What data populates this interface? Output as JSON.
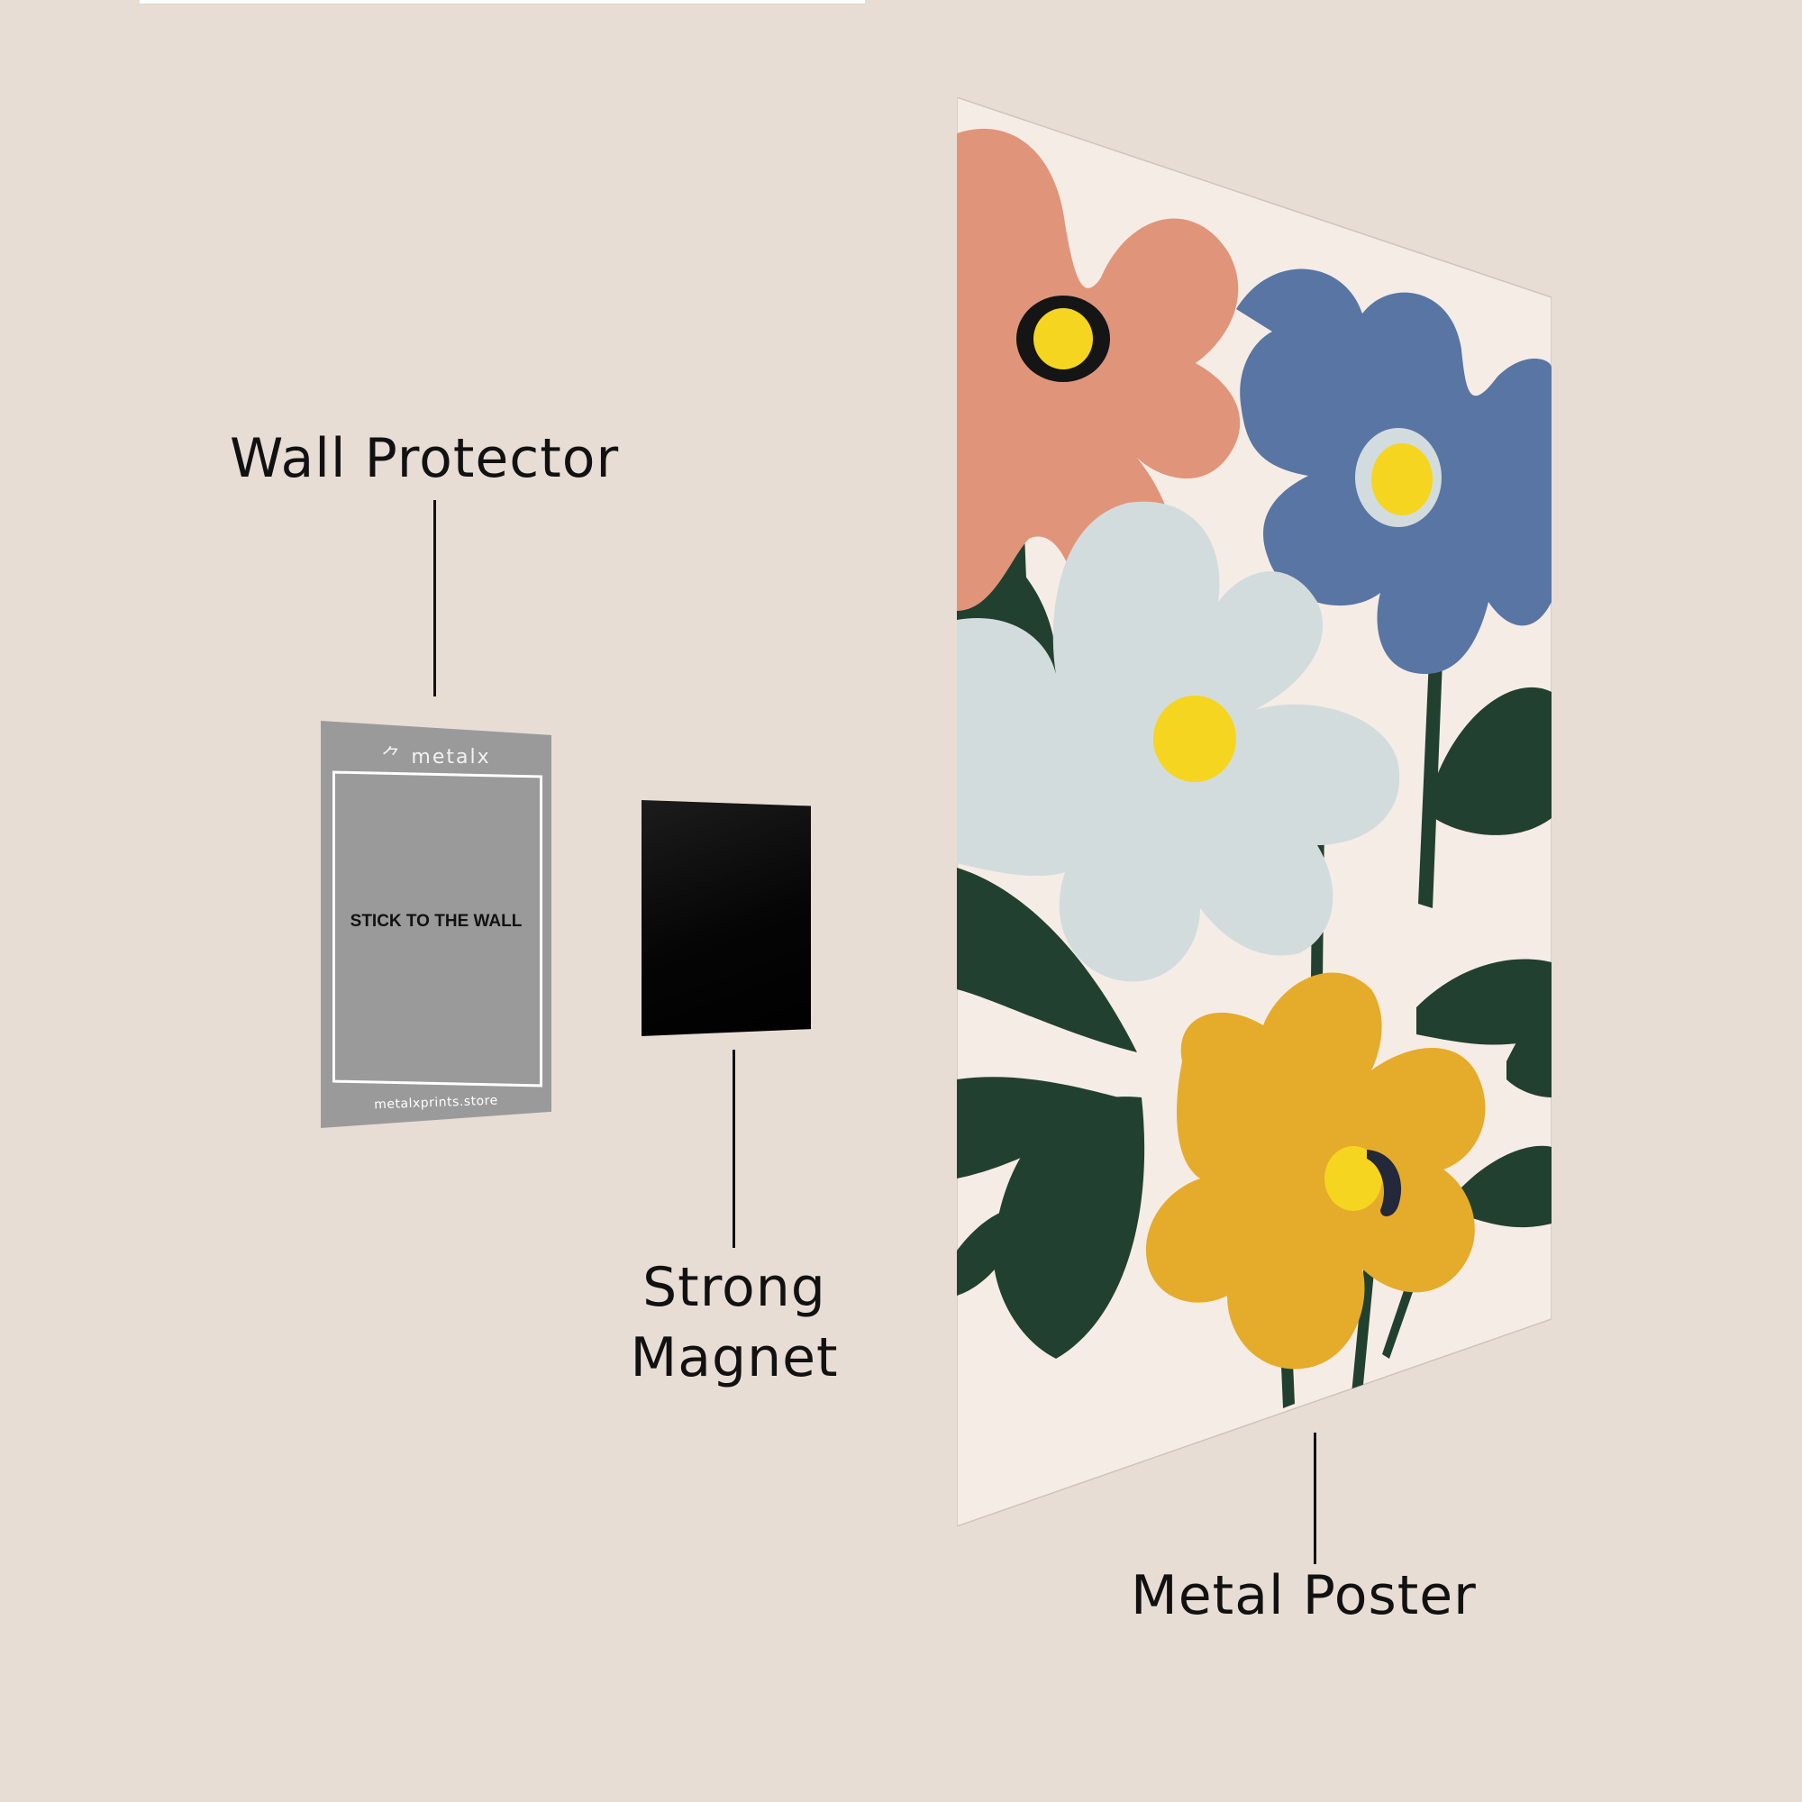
{
  "labels": {
    "wall_protector": "Wall Protector",
    "strong_magnet_line1": "Strong",
    "strong_magnet_line2": "Magnet",
    "metal_poster": "Metal Poster"
  },
  "wall_protector_card": {
    "brand": "⺈ metalx",
    "instruction": "STICK TO THE WALL",
    "website": "metalxprints.store",
    "color": "#9a9a9a"
  },
  "magnet": {
    "color": "#000000"
  },
  "poster": {
    "background": "#f6ece6",
    "flowers": [
      {
        "name": "coral-flower",
        "petal_color": "#e0957a",
        "center_color": "#f5d51f",
        "ring_color": "#151515"
      },
      {
        "name": "blue-flower",
        "petal_color": "#5875a3",
        "center_color": "#f5d51f",
        "ring_color": "#d2dcdf"
      },
      {
        "name": "pale-blue-flower",
        "petal_color": "#d3dcdd",
        "center_color": "#f5d51f"
      },
      {
        "name": "mustard-flower",
        "petal_color": "#e5ab2a",
        "center_color": "#f5d51f",
        "accent_color": "#23283a"
      }
    ],
    "leaf_color": "#22402f"
  },
  "background_color": "#e8ddd5"
}
